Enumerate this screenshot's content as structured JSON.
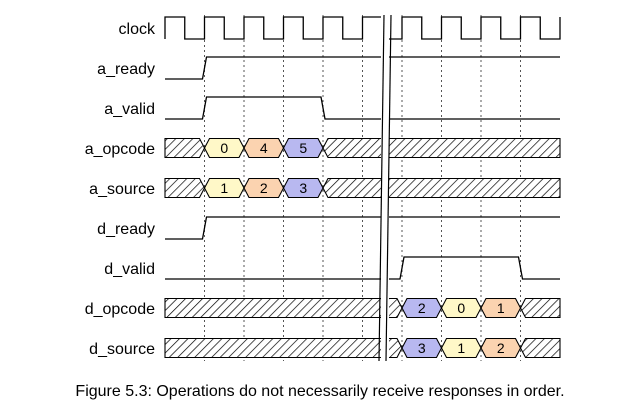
{
  "colors": {
    "line": "#000000",
    "grid": "#555555",
    "value_yellow": "#fff8c8",
    "value_orange": "#fbd3b0",
    "value_blue": "#b8b8f0",
    "hatch": "#000000"
  },
  "signals": [
    {
      "name": "clock",
      "kind": "clock"
    },
    {
      "name": "a_ready",
      "kind": "bit",
      "levels": [
        [
          0,
          0
        ],
        [
          1,
          1
        ]
      ]
    },
    {
      "name": "a_valid",
      "kind": "bit",
      "levels": [
        [
          0,
          0
        ],
        [
          1,
          1
        ],
        [
          4,
          0
        ]
      ]
    },
    {
      "name": "a_opcode",
      "kind": "bus",
      "values": [
        {
          "from": 1,
          "to": 2,
          "text": "0",
          "color": "value_yellow"
        },
        {
          "from": 2,
          "to": 3,
          "text": "4",
          "color": "value_orange"
        },
        {
          "from": 3,
          "to": 4,
          "text": "5",
          "color": "value_blue"
        }
      ]
    },
    {
      "name": "a_source",
      "kind": "bus",
      "values": [
        {
          "from": 1,
          "to": 2,
          "text": "1",
          "color": "value_yellow"
        },
        {
          "from": 2,
          "to": 3,
          "text": "2",
          "color": "value_orange"
        },
        {
          "from": 3,
          "to": 4,
          "text": "3",
          "color": "value_blue"
        }
      ]
    },
    {
      "name": "d_ready",
      "kind": "bit",
      "levels": [
        [
          0,
          0
        ],
        [
          1,
          1
        ]
      ]
    },
    {
      "name": "d_valid",
      "kind": "bit",
      "levels": [
        [
          0,
          0
        ],
        [
          6,
          1
        ],
        [
          9,
          0
        ]
      ]
    },
    {
      "name": "d_opcode",
      "kind": "bus",
      "values": [
        {
          "from": 6,
          "to": 7,
          "text": "2",
          "color": "value_blue"
        },
        {
          "from": 7,
          "to": 8,
          "text": "0",
          "color": "value_yellow"
        },
        {
          "from": 8,
          "to": 9,
          "text": "1",
          "color": "value_orange"
        }
      ]
    },
    {
      "name": "d_source",
      "kind": "bus",
      "values": [
        {
          "from": 6,
          "to": 7,
          "text": "3",
          "color": "value_blue"
        },
        {
          "from": 7,
          "to": 8,
          "text": "1",
          "color": "value_yellow"
        },
        {
          "from": 8,
          "to": 9,
          "text": "2",
          "color": "value_orange"
        }
      ]
    }
  ],
  "time_break_after_cycle": 5,
  "caption": "Figure 5.3: Operations do not necessarily receive responses in order."
}
